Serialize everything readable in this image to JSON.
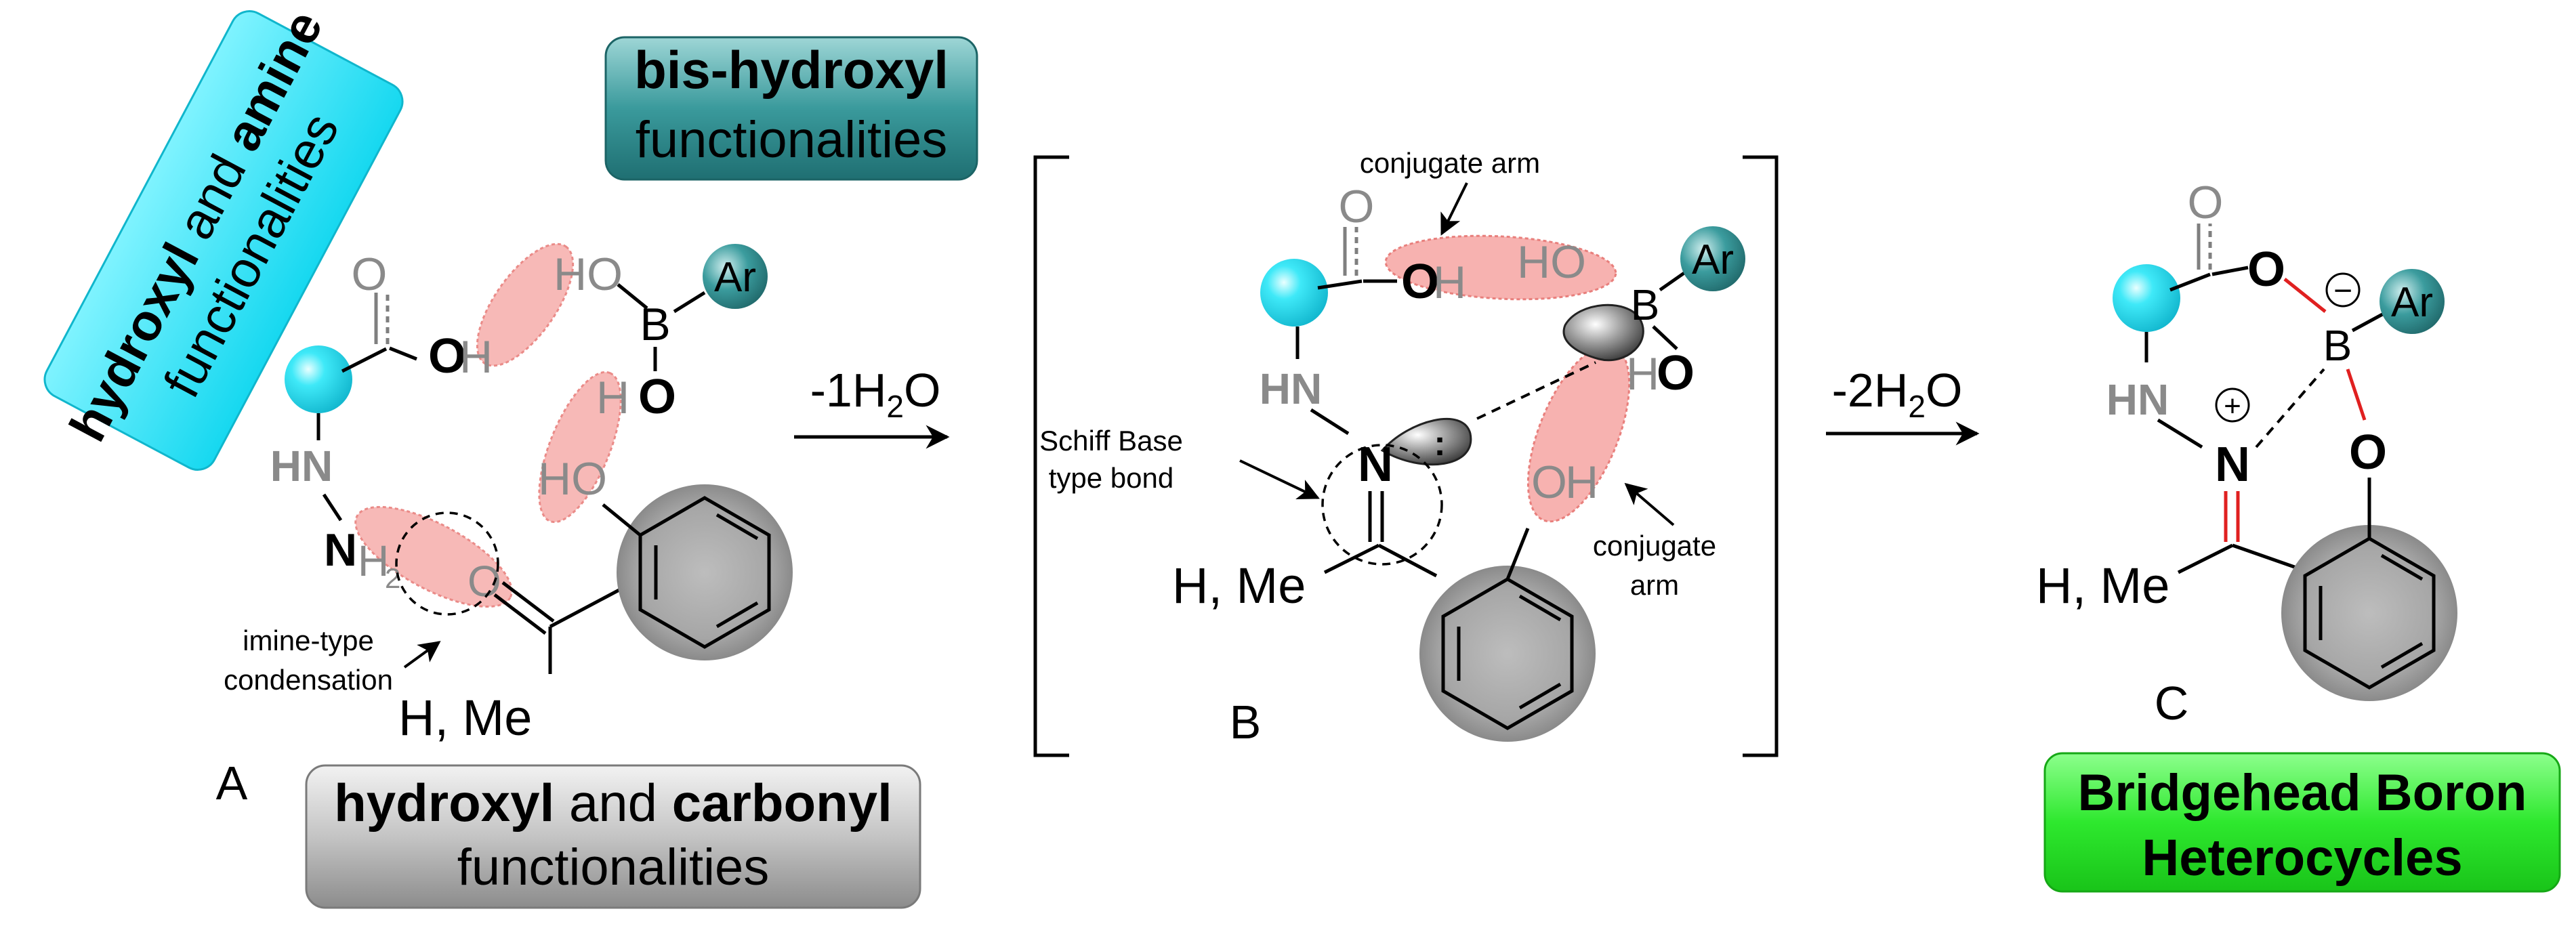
{
  "labels": {
    "hydroxyl_amine": {
      "bold1": "hydroxyl",
      "mid": " and ",
      "bold2": "amine",
      "line2": "functionalities"
    },
    "bis_hydroxyl": {
      "line1": "bis-hydroxyl",
      "line2": "functionalities"
    },
    "hydroxyl_carbonyl": {
      "bold1": "hydroxyl",
      "mid": " and ",
      "bold2": "carbonyl",
      "line2": "functionalities"
    },
    "bridgehead": {
      "line1": "Bridgehead Boron",
      "line2": "Heterocycles"
    }
  },
  "steps": {
    "step1": {
      "prefix": "-1H",
      "sub": "2",
      "suffix": "O"
    },
    "step2": {
      "prefix": "-2H",
      "sub": "2",
      "suffix": "O"
    }
  },
  "compounds": {
    "A": {
      "label": "A",
      "carbonyl_o": "O",
      "hydroxyl_o": "O",
      "hydroxyl_h": "H",
      "hn": "HN",
      "nh2_n": "N",
      "nh2_h": "H",
      "nh2_sub": "2",
      "ketone_o": "O",
      "boronic_ho1": "HO",
      "boron": "B",
      "boronic_ho2_h": "H",
      "boronic_ho2_o": "O",
      "phenol_ho": "HO",
      "substituent": "H, Me",
      "aryl": "Ar",
      "note_line1": "imine-type",
      "note_line2": "condensation"
    },
    "B": {
      "label": "B",
      "carbonyl_o": "O",
      "hydroxyl_o": "O",
      "hydroxyl_h": "H",
      "hn": "HN",
      "imine_n": "N",
      "boronic_ho1": "HO",
      "boron": "B",
      "boronic_ho2_h": "H",
      "boronic_ho2_o": "O",
      "phenol_o": "O",
      "phenol_h": "H",
      "substituent": "H, Me",
      "aryl": "Ar",
      "lone_pair": ":",
      "note_conjugate_top": "conjugate arm",
      "note_schiff_line1": "Schiff Base",
      "note_schiff_line2": "type bond",
      "note_conjugate_right_line1": "conjugate",
      "note_conjugate_right_line2": "arm"
    },
    "C": {
      "label": "C",
      "carbonyl_o": "O",
      "ester_o": "O",
      "hn": "HN",
      "imine_n": "N",
      "plus": "+",
      "minus": "−",
      "boron": "B",
      "aryl": "Ar",
      "phenoxy_o": "O",
      "substituent": "H, Me"
    }
  }
}
